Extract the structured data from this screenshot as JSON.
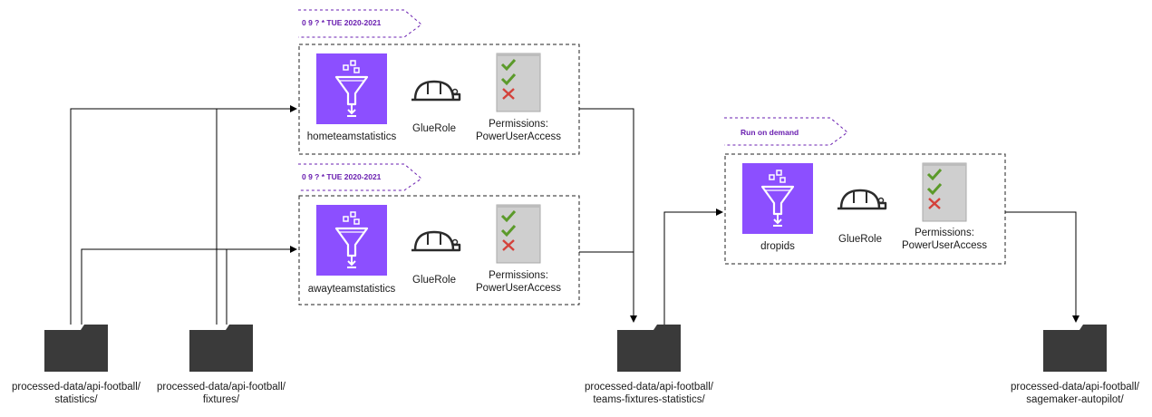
{
  "colors": {
    "glue_purple": "#8c4fff",
    "folder": "#3a3a3a",
    "tag_text": "#6a1fb0",
    "tag_border": "#6a1fb0",
    "check": "#5b9a2a",
    "cross": "#d4423b",
    "doc_gray": "#cfcfcf"
  },
  "icons": {
    "glue_job": "glue-funnel-icon",
    "role": "hard-hat-icon",
    "permissions": "permissions-checklist-icon",
    "folder": "folder-icon"
  },
  "schedules": {
    "home": "0 9 ? * TUE 2020-2021",
    "away": "0 9 ? * TUE 2020-2021",
    "dropids": "Run on demand"
  },
  "jobs": {
    "home": {
      "name": "hometeamstatistics",
      "role": "GlueRole",
      "perm_line1": "Permissions:",
      "perm_line2": "PowerUserAccess"
    },
    "away": {
      "name": "awayteamstatistics",
      "role": "GlueRole",
      "perm_line1": "Permissions:",
      "perm_line2": "PowerUserAccess"
    },
    "dropids": {
      "name": "dropids",
      "role": "GlueRole",
      "perm_line1": "Permissions:",
      "perm_line2": "PowerUserAccess"
    }
  },
  "folders": {
    "statistics": {
      "line1": "processed-data/api-football/",
      "line2": "statistics/"
    },
    "fixtures": {
      "line1": "processed-data/api-football/",
      "line2": "fixtures/"
    },
    "teams_fixtures": {
      "line1": "processed-data/api-football/",
      "line2": "teams-fixtures-statistics/"
    },
    "sagemaker": {
      "line1": "processed-data/api-football/",
      "line2": "sagemaker-autopilot/"
    }
  }
}
